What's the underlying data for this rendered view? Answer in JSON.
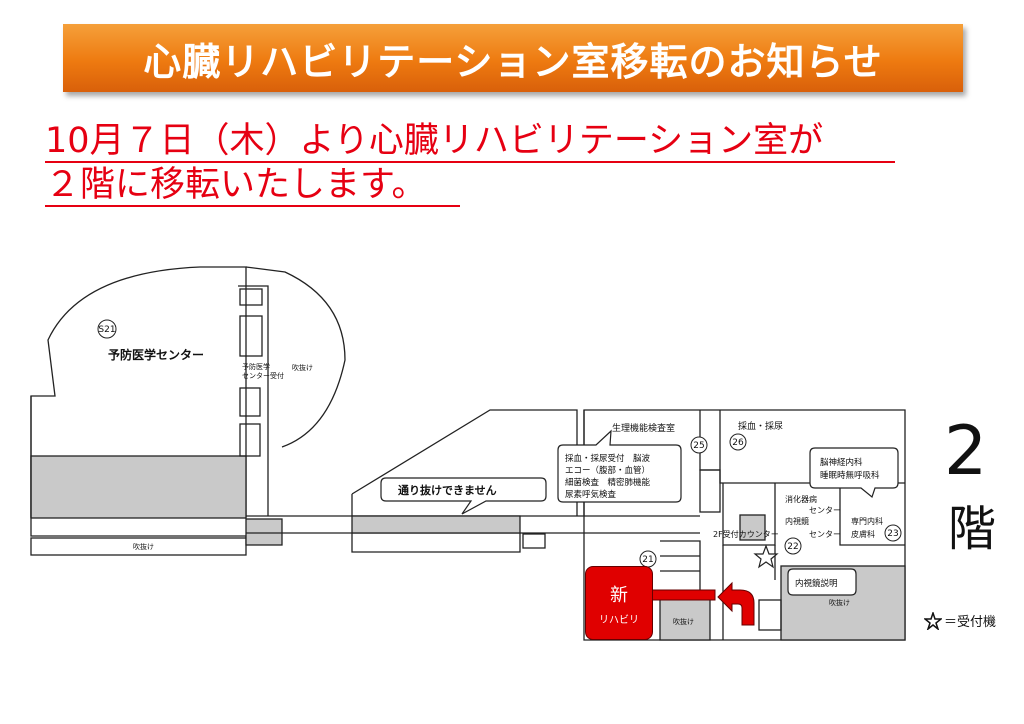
{
  "banner": {
    "title": "心臓リハビリテーション室移転のお知らせ"
  },
  "notice": {
    "line1": "10月７日（木）より心臓リハビリテーション室が",
    "line2": "２階に移転いたします。"
  },
  "floor": {
    "number": "2",
    "suffix": "階"
  },
  "legend": {
    "icon": "star-icon",
    "text": "＝受付機"
  },
  "map": {
    "preventive_center": {
      "badge": "S21",
      "label": "予防医学センター",
      "reception": [
        "予防医学",
        "センター受付"
      ]
    },
    "atrium_labels": {
      "top_right": "吹抜け",
      "bottom_left": "吹抜け",
      "bottom_center": "吹抜け",
      "bottom_right": "吹抜け"
    },
    "no_passage": "通り抜けできません",
    "physiology": {
      "title": "生理機能検査室",
      "badge": "25",
      "bubble": [
        "採血・採尿受付　脳波",
        "エコー（腹部・血管）",
        "細菌検査　精密肺機能",
        "尿素呼気検査"
      ]
    },
    "blood": {
      "title": "採血・採尿",
      "badge": "26"
    },
    "neuro": {
      "lines": [
        "脳神経内科",
        "睡眠時無呼吸科"
      ]
    },
    "digestive": {
      "lines": [
        "消化器病",
        "センター",
        "内視鏡",
        "センター"
      ]
    },
    "specialty": {
      "lines": [
        "専門内科",
        "皮膚科"
      ],
      "badge": "23"
    },
    "reception2f": {
      "label": "2F受付カウンター",
      "badge": "22"
    },
    "endoscopy": "内視鏡説明",
    "room21": {
      "badge": "21"
    },
    "new_rehab": {
      "main": "新",
      "sub": "リハビリ"
    }
  },
  "colors": {
    "banner": "#ee7a10",
    "notice": "#e60012",
    "new_box": "#e00000",
    "shaded": "#c9c9c9"
  }
}
